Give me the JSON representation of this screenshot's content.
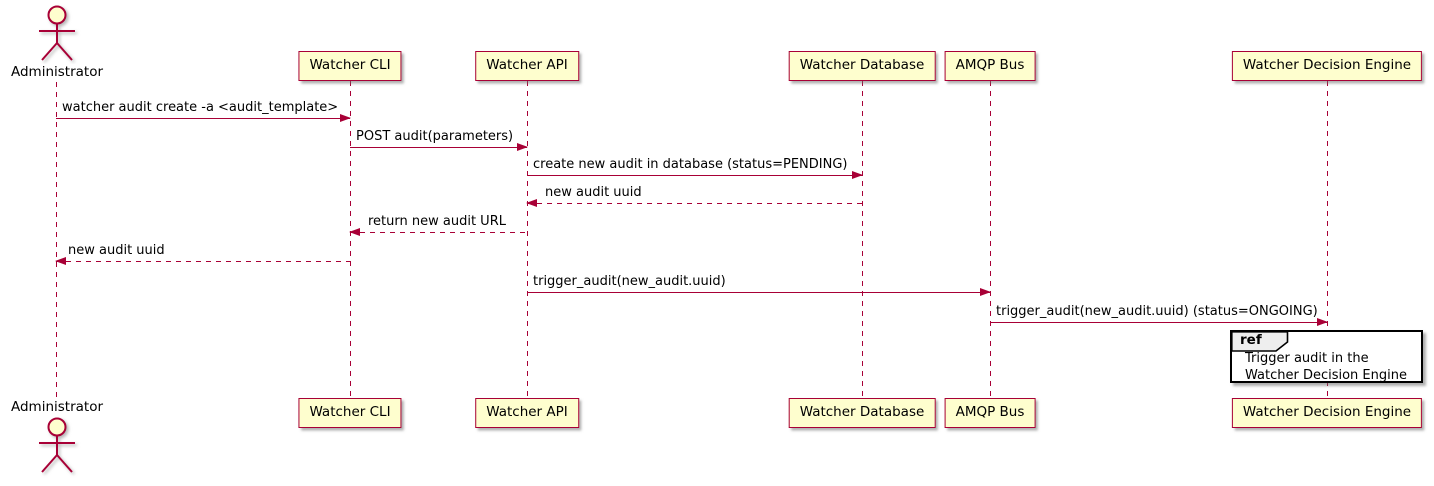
{
  "colors": {
    "line": "#A80036",
    "participant_fill": "#FEFECE",
    "text": "#000000",
    "ref_tab_fill": "#EEEEEE",
    "ref_background": "#FFFFFF"
  },
  "actor": {
    "label": "Administrator"
  },
  "participants": [
    {
      "label": "Watcher CLI"
    },
    {
      "label": "Watcher API"
    },
    {
      "label": "Watcher Database"
    },
    {
      "label": "AMQP Bus"
    },
    {
      "label": "Watcher Decision Engine"
    }
  ],
  "messages": [
    {
      "from": "Administrator",
      "to": "Watcher CLI",
      "label": "watcher audit create -a <audit_template>",
      "line": "solid",
      "direction": "right"
    },
    {
      "from": "Watcher CLI",
      "to": "Watcher API",
      "label": "POST audit(parameters)",
      "line": "solid",
      "direction": "right"
    },
    {
      "from": "Watcher API",
      "to": "Watcher Database",
      "label": "create new audit in database (status=PENDING)",
      "line": "solid",
      "direction": "right"
    },
    {
      "from": "Watcher Database",
      "to": "Watcher API",
      "label": "new audit uuid",
      "line": "dashed",
      "direction": "left"
    },
    {
      "from": "Watcher API",
      "to": "Watcher CLI",
      "label": "return new audit URL",
      "line": "dashed",
      "direction": "left"
    },
    {
      "from": "Watcher CLI",
      "to": "Administrator",
      "label": "new audit uuid",
      "line": "dashed",
      "direction": "left"
    },
    {
      "from": "Watcher API",
      "to": "AMQP Bus",
      "label": "trigger_audit(new_audit.uuid)",
      "line": "solid",
      "direction": "right"
    },
    {
      "from": "AMQP Bus",
      "to": "Watcher Decision Engine",
      "label": "trigger_audit(new_audit.uuid) (status=ONGOING)",
      "line": "solid",
      "direction": "right"
    }
  ],
  "ref": {
    "keyword": "ref",
    "line1": "Trigger audit in the",
    "line2": "Watcher Decision Engine"
  }
}
